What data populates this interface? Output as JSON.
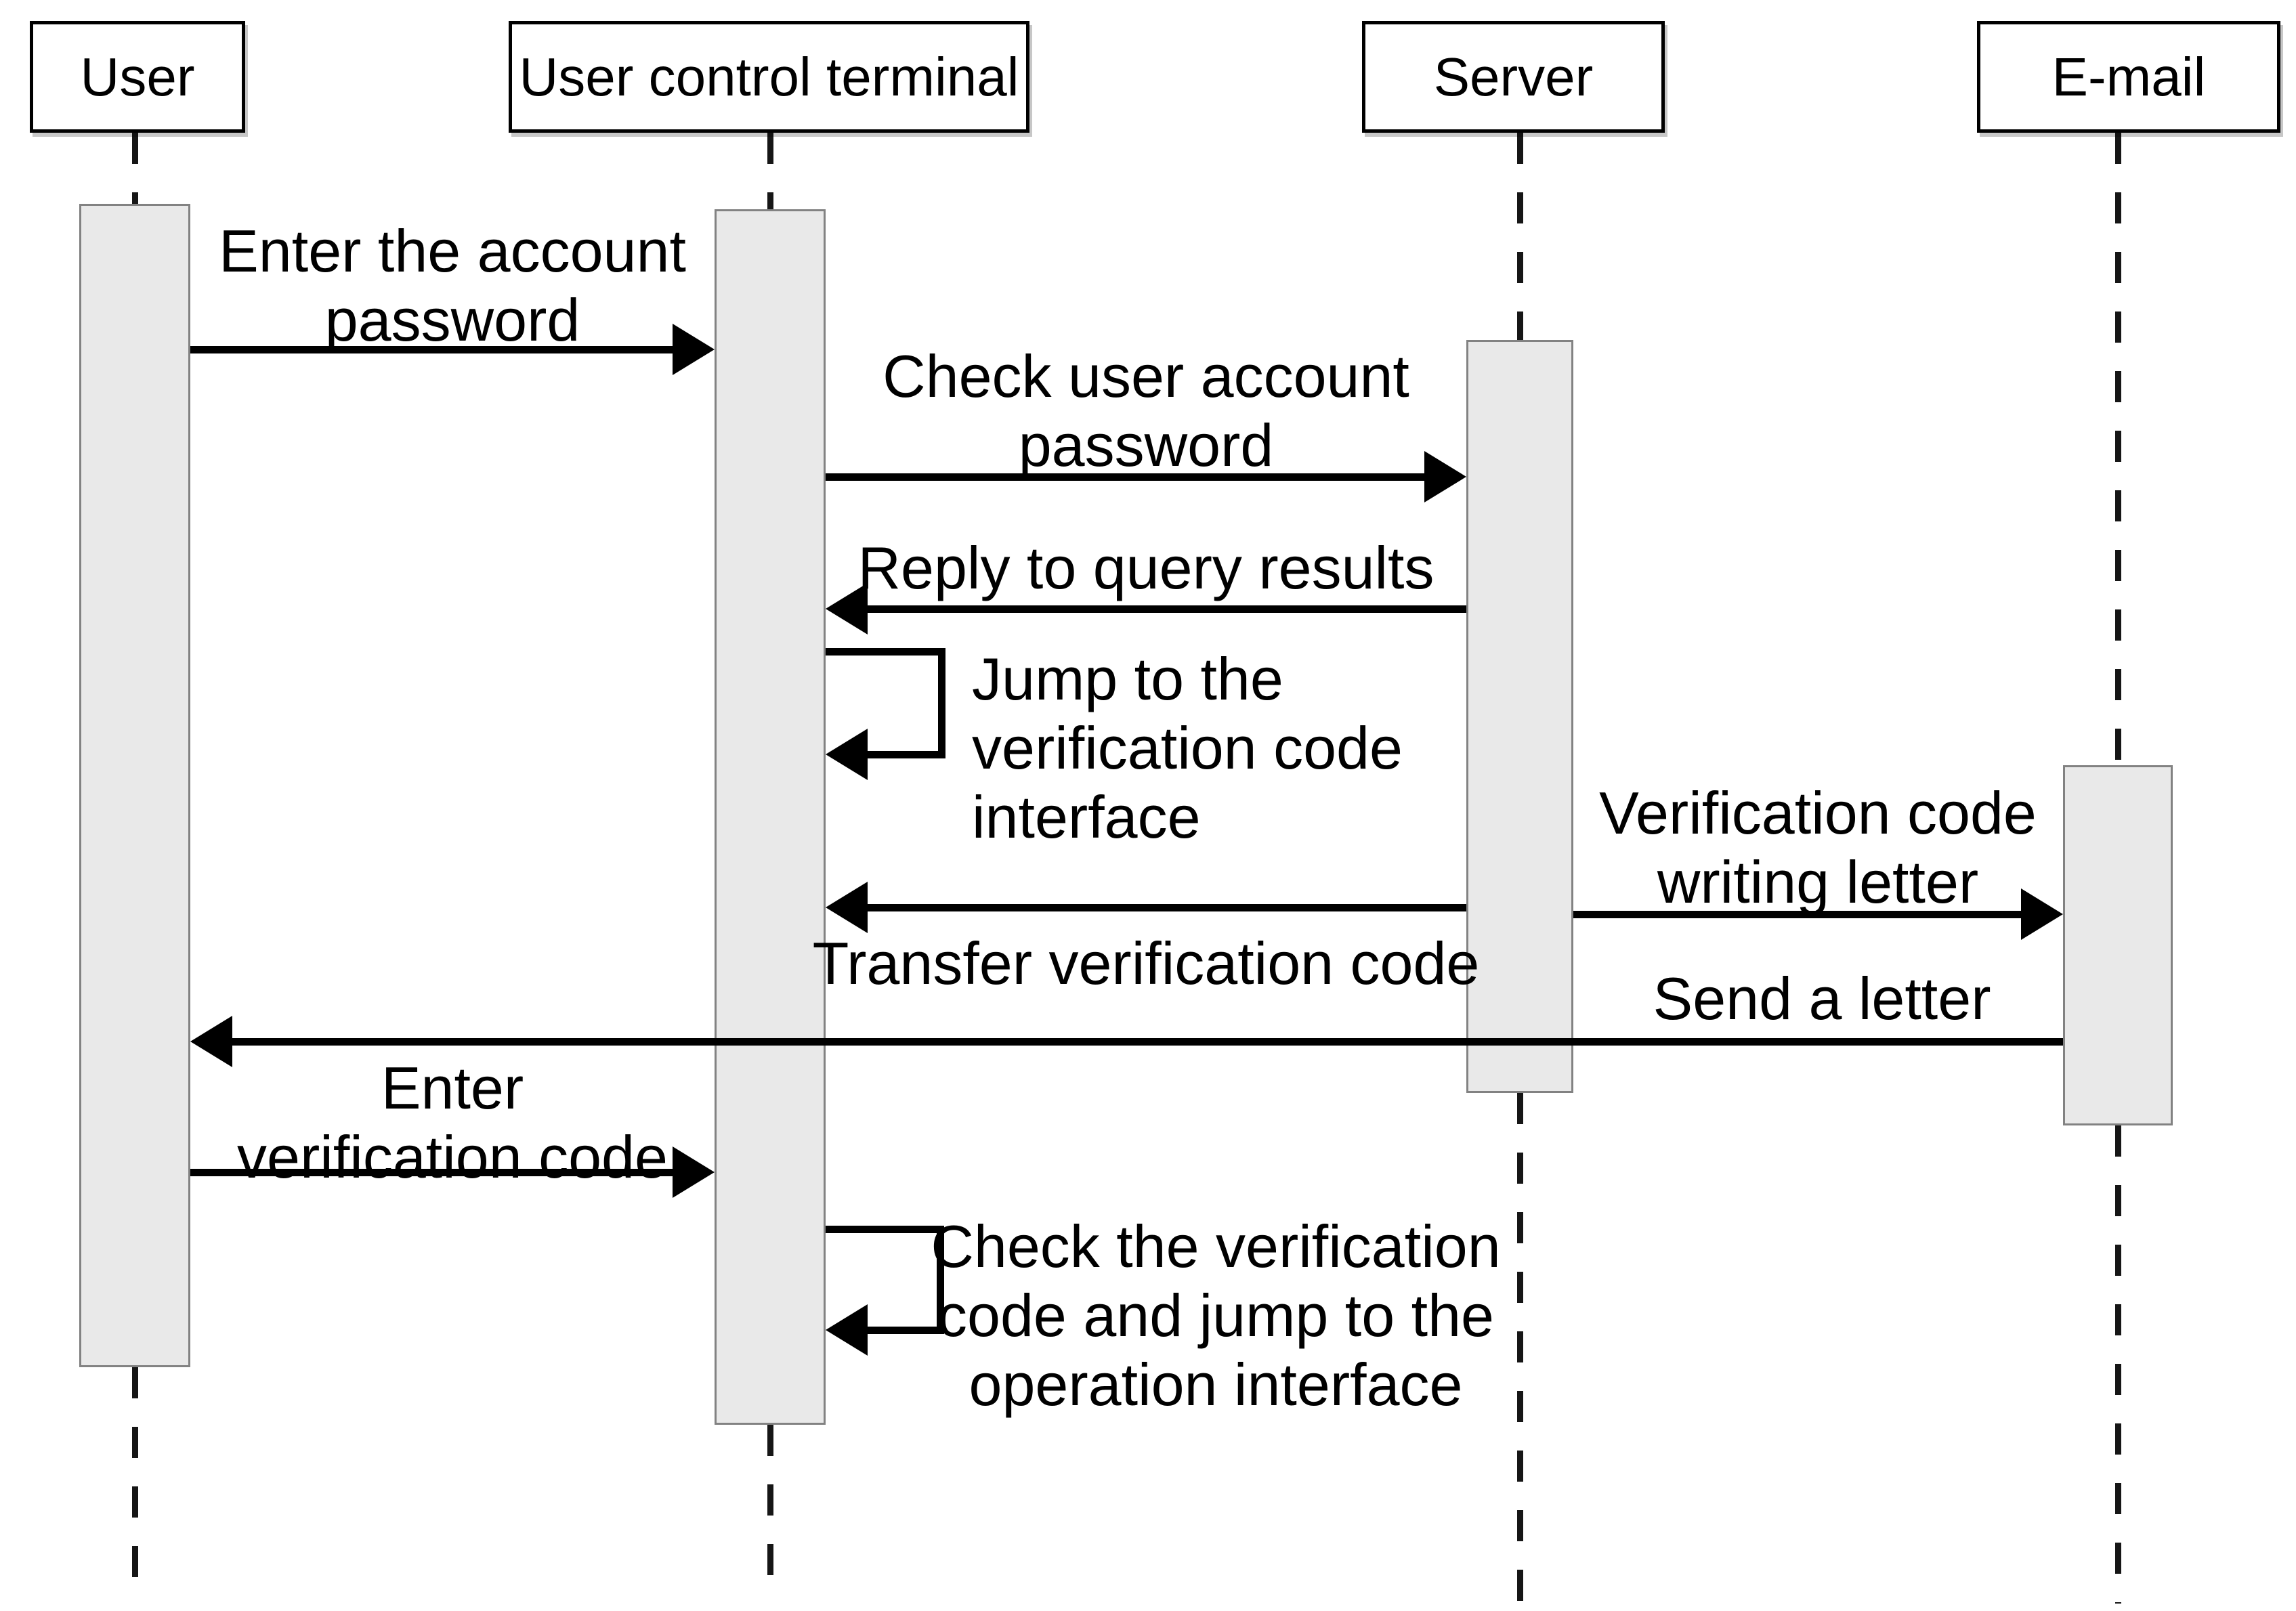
{
  "diagram": {
    "type": "uml-sequence-diagram",
    "background_color": "#ffffff",
    "colors": {
      "message_line": "#000000",
      "activation_fill": "#e9e9e9",
      "activation_border": "#828282",
      "actor_box_fill": "#ffffff",
      "actor_box_border": "#000000",
      "text": "#000000"
    },
    "actors": [
      {
        "name": "User"
      },
      {
        "name": "User control terminal"
      },
      {
        "name": "Server"
      },
      {
        "name": "E-mail"
      }
    ],
    "messages": [
      {
        "from": "User",
        "to": "User control terminal",
        "direction": "right",
        "label": "Enter the account\npassword"
      },
      {
        "from": "User control terminal",
        "to": "Server",
        "direction": "right",
        "label": "Check user account\npassword"
      },
      {
        "from": "Server",
        "to": "User control terminal",
        "direction": "left",
        "label": "Reply to query results"
      },
      {
        "from": "User control terminal",
        "to": "User control terminal",
        "direction": "self",
        "label": "Jump to the\nverification code\ninterface"
      },
      {
        "from": "Server",
        "to": "E-mail",
        "direction": "right",
        "label": "Verification code\nwriting letter"
      },
      {
        "from": "Server",
        "to": "User control terminal",
        "direction": "left",
        "label": "Transfer verification code"
      },
      {
        "from": "E-mail",
        "to": "User",
        "direction": "left",
        "label": "Send a letter"
      },
      {
        "from": "User",
        "to": "User control terminal",
        "direction": "right",
        "label": "Enter\nverification code"
      },
      {
        "from": "User control terminal",
        "to": "User control terminal",
        "direction": "self",
        "label": "Check the verification\ncode and jump to the\noperation interface"
      }
    ]
  }
}
